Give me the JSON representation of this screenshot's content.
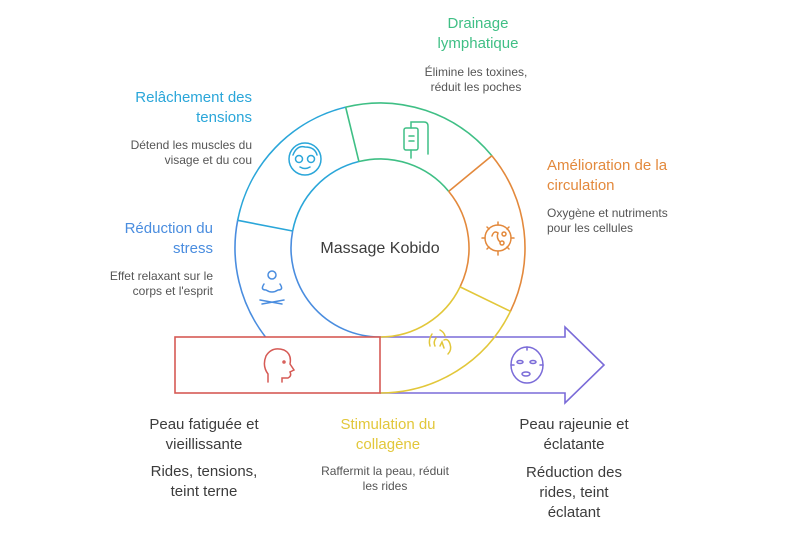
{
  "center": {
    "label": "Massage Kobido"
  },
  "colors": {
    "drainage": "#3fbf85",
    "circulation": "#e3893c",
    "collagen": "#e2c73a",
    "tension": "#2aa6d9",
    "stress": "#4a8ddf",
    "before": "#d65a55",
    "after": "#7a6bd8",
    "text": "#3c3c3c"
  },
  "steps": {
    "drainage": {
      "title_1": "Drainage",
      "title_2": "lymphatique",
      "desc_1": "Élimine les toxines,",
      "desc_2": "réduit les poches",
      "icon": "iv-drip-icon"
    },
    "circulation": {
      "title_1": "Amélioration de la",
      "title_2": "circulation",
      "desc_1": "Oxygène et nutriments",
      "desc_2": "pour les cellules",
      "icon": "cell-icon"
    },
    "collagen": {
      "title_1": "Stimulation du",
      "title_2": "collagène",
      "desc_1": "Raffermit la peau, réduit",
      "desc_2": "les rides",
      "icon": "touch-icon"
    },
    "tension": {
      "title_1": "Relâchement des",
      "title_2": "tensions",
      "desc_1": "Détend les muscles du",
      "desc_2": "visage et du cou",
      "icon": "face-mask-relax-icon"
    },
    "stress": {
      "title_1": "Réduction du",
      "title_2": "stress",
      "desc_1": "Effet relaxant sur le",
      "desc_2": "corps et l'esprit",
      "icon": "meditation-icon"
    }
  },
  "before": {
    "title_1": "Peau fatiguée et",
    "title_2": "vieillissante",
    "desc_1": "Rides, tensions,",
    "desc_2": "teint terne",
    "icon": "head-profile-icon"
  },
  "after": {
    "title_1": "Peau rajeunie et",
    "title_2": "éclatante",
    "desc_1": "Réduction des",
    "desc_2": "rides, teint",
    "desc_3": "éclatant",
    "icon": "face-icon"
  }
}
